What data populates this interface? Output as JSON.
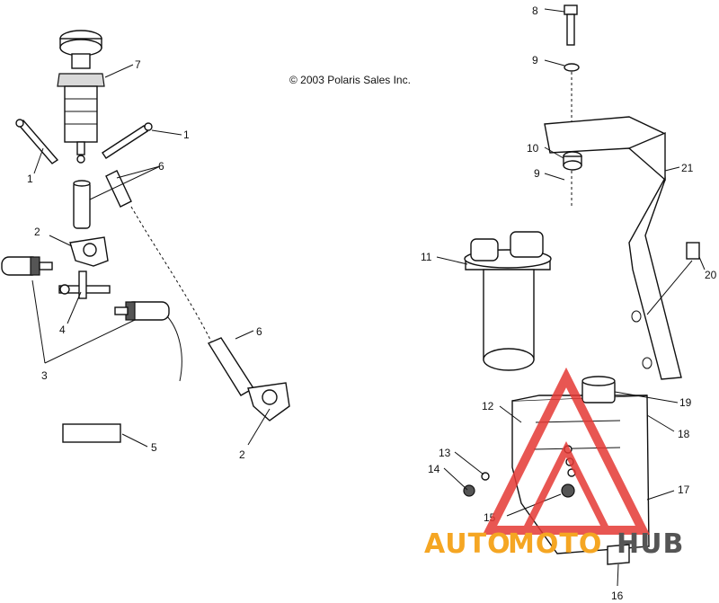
{
  "diagram": {
    "copyright": "© 2003 Polaris Sales Inc.",
    "callouts": [
      "1",
      "1",
      "2",
      "2",
      "3",
      "4",
      "5",
      "6",
      "6",
      "7",
      "8",
      "9",
      "9",
      "10",
      "11",
      "12",
      "13",
      "14",
      "15",
      "16",
      "17",
      "18",
      "19",
      "20",
      "21"
    ]
  },
  "watermark": {
    "text_auto": "AUTO",
    "text_moto": "MOTO",
    "text_hub": "HUB",
    "color_orange": "#f5a623",
    "color_red": "#e53935",
    "color_dark": "#555555"
  }
}
